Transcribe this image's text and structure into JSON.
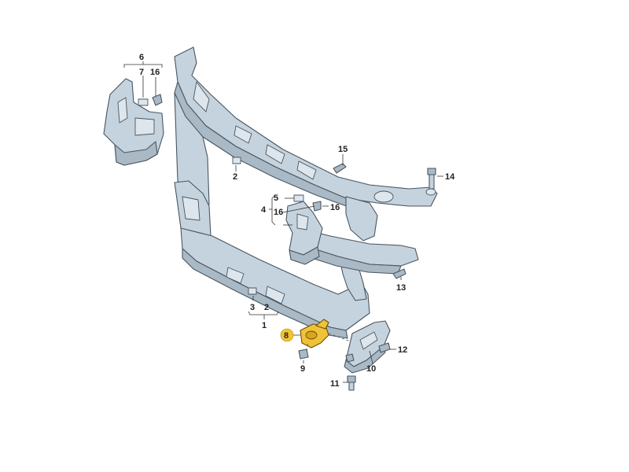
{
  "diagram": {
    "highlight_color": "#f4c430",
    "part_color": "#c5d3de",
    "callouts": {
      "c1": "1",
      "c2a": "2",
      "c2b": "2",
      "c3": "3",
      "c4": "4",
      "c5": "5",
      "c6": "6",
      "c7": "7",
      "c8": "8",
      "c9": "9",
      "c10": "10",
      "c11": "11",
      "c12": "12",
      "c13": "13",
      "c14": "14",
      "c15": "15",
      "c16a": "16",
      "c16b": "16",
      "c16c": "16"
    }
  }
}
